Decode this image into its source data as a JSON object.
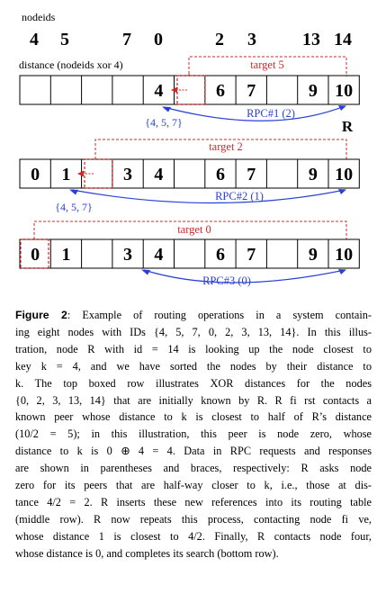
{
  "header": {
    "nodeids_label": "nodeids",
    "node_ids": [
      {
        "id": "4"
      },
      {
        "id": "5"
      },
      {
        "id": "7"
      },
      {
        "id": "0"
      },
      {
        "id": "2"
      },
      {
        "id": "3"
      },
      {
        "id": "13"
      },
      {
        "id": "14"
      }
    ],
    "distance_label": "distance (nodeids xor 4)"
  },
  "rows": [
    {
      "name": "top",
      "cells": [
        "",
        "",
        "",
        "",
        "4",
        "",
        "6",
        "7",
        "",
        "9",
        "10"
      ],
      "target_label": "target 5",
      "target_color": "#d62728",
      "rpc_label": "RPC#1 (2)",
      "response_label": "{4, 5, 7}",
      "r_label": "R"
    },
    {
      "name": "middle",
      "cells": [
        "0",
        "1",
        "",
        "3",
        "4",
        "",
        "6",
        "7",
        "",
        "9",
        "10"
      ],
      "target_label": "target 2",
      "rpc_label": "RPC#2 (1)",
      "response_label": "{4, 5, 7}"
    },
    {
      "name": "bottom",
      "cells": [
        "0",
        "1",
        "",
        "3",
        "4",
        "",
        "6",
        "7",
        "",
        "9",
        "10"
      ],
      "target_label": "target 0",
      "rpc_label": "RPC#3 (0)"
    }
  ],
  "colors": {
    "target": "#d62728",
    "rpc": "#2a3fd6",
    "box": "#000000"
  },
  "caption": {
    "heading": "Figure 2",
    "lines": [
      ": Example of routing operations in a system contain-",
      "ing eight nodes with IDs {4, 5, 7, 0, 2, 3, 13, 14}. In this illus-",
      "tration, node R with id = 14 is looking up the node closest to",
      "key k = 4, and we have sorted the nodes by their distance to",
      "k. The top boxed row illustrates XOR distances for the nodes",
      "{0, 2, 3, 13, 14} that are initially known by R. R fi rst contacts a",
      "known peer whose distance to k is closest to half of R’s distance",
      "(10/2 = 5); in this illustration, this peer is node zero, whose",
      "distance to k is 0 ⊕ 4 = 4. Data in RPC requests and responses",
      "are shown in parentheses and braces, respectively: R asks node",
      "zero for its peers that are half-way closer to k, i.e., those at dis-",
      "tance 4/2 = 2. R inserts these new references into its routing table",
      "(middle row). R now repeats this process, contacting node fi ve,",
      "whose distance 1 is closest to 4/2. Finally, R contacts node four,",
      "whose distance is 0, and completes its search (bottom row)."
    ]
  }
}
